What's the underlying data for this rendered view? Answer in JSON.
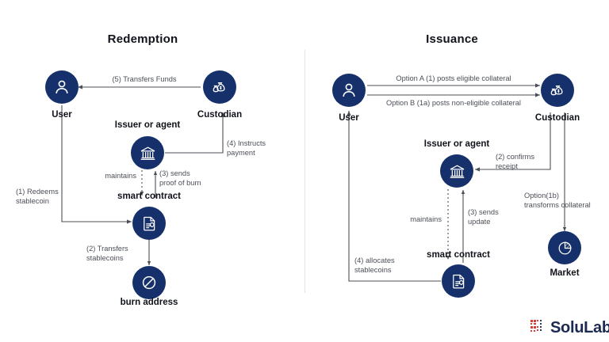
{
  "panels": [
    {
      "id": "redemption",
      "title": "Redemption"
    },
    {
      "id": "issuance",
      "title": "Issuance"
    }
  ],
  "colors": {
    "node_fill": "#16306b",
    "wire": "#4b4f57",
    "label_text": "#4b4f57",
    "title_text": "#10131a",
    "divider": "#e3e3e6",
    "logo_mark": "#d93b3b",
    "logo_word": "#1b2a52"
  },
  "redemption": {
    "nodes": [
      {
        "key": "user",
        "label": "User",
        "icon": "user-icon"
      },
      {
        "key": "custodian",
        "label": "Custodian",
        "icon": "money-bags-icon"
      },
      {
        "key": "issuer",
        "label": "Issuer or agent",
        "icon": "bank-icon"
      },
      {
        "key": "smart_contract",
        "label": "smart contract",
        "icon": "contract-icon"
      },
      {
        "key": "burn_address",
        "label": "burn address",
        "icon": "burn-prohibit-icon"
      }
    ],
    "edges": [
      {
        "key": "transfers_funds",
        "label": "(5) Transfers Funds"
      },
      {
        "key": "instructs_payment",
        "label": "(4) Instructs\npayment"
      },
      {
        "key": "maintains",
        "label": "maintains"
      },
      {
        "key": "proof_of_burn",
        "label": "(3) sends\nproof of burn"
      },
      {
        "key": "redeems",
        "label": "(1) Redeems\nstablecoin"
      },
      {
        "key": "transfers_stable",
        "label": "(2) Transfers\nstablecoins"
      }
    ]
  },
  "issuance": {
    "nodes": [
      {
        "key": "user",
        "label": "User",
        "icon": "user-icon"
      },
      {
        "key": "custodian",
        "label": "Custodian",
        "icon": "money-bags-icon"
      },
      {
        "key": "issuer",
        "label": "Issuer or agent",
        "icon": "bank-icon"
      },
      {
        "key": "smart_contract",
        "label": "smart contract",
        "icon": "contract-icon"
      },
      {
        "key": "market",
        "label": "Market",
        "icon": "pie-chart-icon"
      }
    ],
    "edges": [
      {
        "key": "option_a",
        "label": "Option A (1) posts eligible collateral"
      },
      {
        "key": "option_b",
        "label": "Option B (1a) posts non-eligible collateral"
      },
      {
        "key": "confirms",
        "label": "(2) confirms\nreceipt"
      },
      {
        "key": "option_1b",
        "label": "Option(1b)\ntransforms collateral"
      },
      {
        "key": "maintains",
        "label": "maintains"
      },
      {
        "key": "sends_update",
        "label": "(3) sends\nupdate"
      },
      {
        "key": "allocates",
        "label": "(4) allocates\nstablecoins"
      }
    ]
  },
  "branding": {
    "name": "SoluLab",
    "mark": "pixel-grid-logo-icon"
  }
}
